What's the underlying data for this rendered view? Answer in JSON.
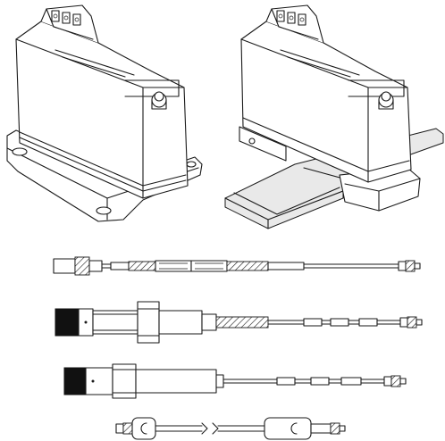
{
  "illustration": {
    "background": "#ffffff",
    "line_color": "#1a1a1a",
    "fill_dark": "#111111",
    "items": [
      {
        "name": "transmitter-panel-mount",
        "icon": "transmitter-housing-icon"
      },
      {
        "name": "transmitter-din-rail-mount",
        "icon": "transmitter-housing-icon"
      },
      {
        "name": "sensor-cable-1",
        "icon": "cable-sensor-icon"
      },
      {
        "name": "sensor-cable-2",
        "icon": "cable-sensor-icon"
      },
      {
        "name": "sensor-cable-3",
        "icon": "cable-sensor-icon"
      },
      {
        "name": "sensor-cable-4",
        "icon": "cable-sensor-icon"
      }
    ]
  }
}
